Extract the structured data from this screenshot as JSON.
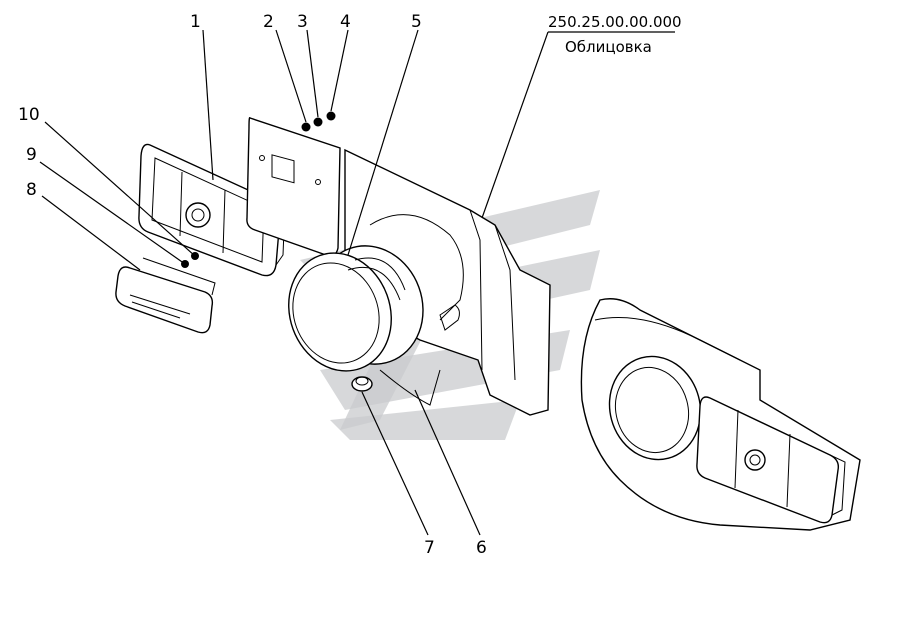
{
  "assembly": {
    "code": "250.25.00.00.000",
    "name": "Облицовка"
  },
  "callouts": {
    "c1": "1",
    "c2": "2",
    "c3": "3",
    "c4": "4",
    "c5": "5",
    "c6": "6",
    "c7": "7",
    "c8": "8",
    "c9": "9",
    "c10": "10"
  }
}
